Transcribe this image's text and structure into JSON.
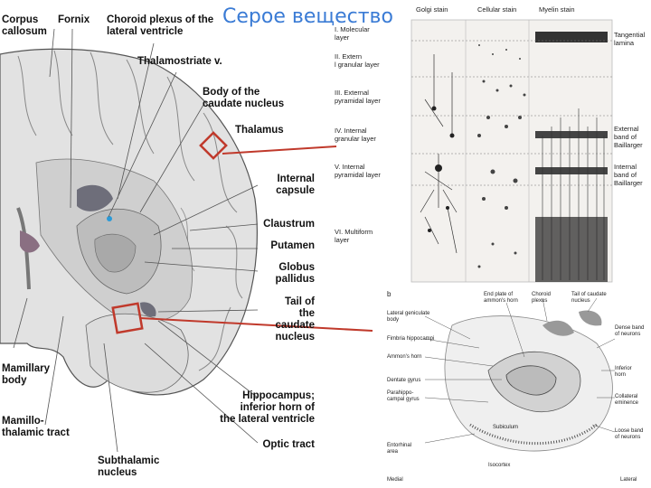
{
  "title": "Серое вещество",
  "left_labels": {
    "corpus_callosum": "Corpus\ncallosum",
    "fornix": "Fornix",
    "choroid_plexus": "Choroid plexus of the\nlateral ventricle",
    "thalamostriate": "Thalamostriate v.",
    "body_caudate": "Body of the\ncaudate nucleus",
    "thalamus": "Thalamus",
    "internal_capsule": "Internal\ncapsule",
    "claustrum": "Claustrum",
    "putamen": "Putamen",
    "globus_pallidus": "Globus\npallidus",
    "tail_caudate": "Tail of\nthe\ncaudate\nnucleus",
    "mamillary_body": "Mamillary\nbody",
    "mamillothalamic": "Mamillo-\nthalamic tract",
    "hippocampus": "Hippocampus;\ninferior horn of\nthe lateral ventricle",
    "optic_tract": "Optic tract",
    "subthalamic": "Subthalamic\nnucleus"
  },
  "cortex": {
    "columns": [
      "Golgi stain",
      "Cellular stain",
      "Myelin stain"
    ],
    "layers": [
      "I. Molecular\nlayer",
      "II. Extern\nl granular layer",
      "III. External\npyramidal layer",
      "IV. Internal\ngranular layer",
      "V. Internal\npyramidal layer",
      "VI. Multiform\nlayer"
    ],
    "right_labels": [
      "Tangential\nlamina",
      "External\nband of\nBaillarger",
      "Internal\nband of\nBaillarger"
    ]
  },
  "hippocampus_panel": {
    "panel_letter": "b",
    "labels": [
      "End plate of\nammon's horn",
      "Choroid\nplexus",
      "Tail of caudate\nnucleus",
      "Lateral geniculate\nbody",
      "Fimbria hippocampi",
      "Ammon's horn",
      "Dentate gyrus",
      "Parahippo-\ncampal gyrus",
      "Entorhinal\narea",
      "Subiculum",
      "Isocortex",
      "Dense band\nof neurons",
      "Inferior\nhorn",
      "Collateral\neminence",
      "Loose band\nof neurons"
    ],
    "corner_left": "Medial",
    "corner_right": "Lateral"
  },
  "colors": {
    "highlight": "#c0392b",
    "title": "#3a7bd5",
    "brain_gray": "#d4d4d4"
  }
}
